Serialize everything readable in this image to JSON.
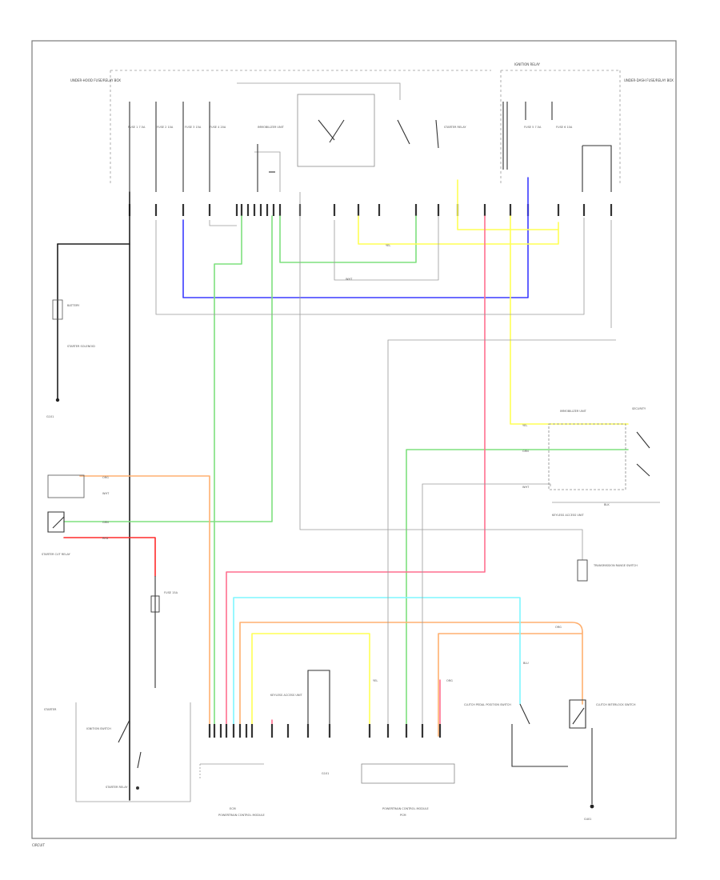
{
  "diagram": {
    "code": "CIRCUIT",
    "wire_colors": {
      "black": "#1f1f1f",
      "gray": "#9a9a9a",
      "blue": "#3b3bff",
      "green": "#7fe07f",
      "yellow": "#ffff55",
      "pink": "#ff6f8f",
      "orange": "#ffb070",
      "cyan": "#7ff7ff",
      "red": "#ff2b2b"
    },
    "labels": {
      "fuse_box_left": "UNDER-HOOD FUSE/RELAY BOX",
      "fuse_box_right": "UNDER-DASH FUSE/RELAY BOX",
      "fuse_relay_top": "IGNITION RELAY",
      "fuse_1": "FUSE 1 7.5A",
      "fuse_2": "FUSE 2 10A",
      "fuse_3": "FUSE 3 15A",
      "fuse_4": "FUSE 4 20A",
      "fuse_5": "FUSE 5 7.5A",
      "fuse_6": "FUSE 6 10A",
      "ignition_switch": "IGNITION SWITCH",
      "starter_relay": "STARTER RELAY",
      "battery": "BATTERY",
      "battery_ground": "G101",
      "starter_cut_relay": "STARTER CUT RELAY",
      "clutch_pedal_switch": "CLUTCH PEDAL POSITION SWITCH",
      "clutch_interlock": "CLUTCH INTERLOCK SWITCH",
      "transmission_range": "TRANSMISSION RANGE SWITCH",
      "starter": "STARTER",
      "starter_solenoid": "STARTER SOLENOID",
      "pcm": "PCM",
      "pcm_full": "POWERTRAIN CONTROL MODULE",
      "ecm_left": "ECM",
      "keyless": "KEYLESS ACCESS UNIT",
      "immobilizer": "IMMOBILIZER UNIT",
      "security": "SECURITY",
      "fuse_bottom": "FUSE 15A",
      "ground_bottom": "G401",
      "wire_blk": "BLK",
      "wire_wht": "WHT",
      "wire_grn": "GRN",
      "wire_yel": "YEL",
      "wire_pnk": "PNK",
      "wire_org": "ORG",
      "wire_red": "RED",
      "wire_blu": "BLU"
    }
  }
}
